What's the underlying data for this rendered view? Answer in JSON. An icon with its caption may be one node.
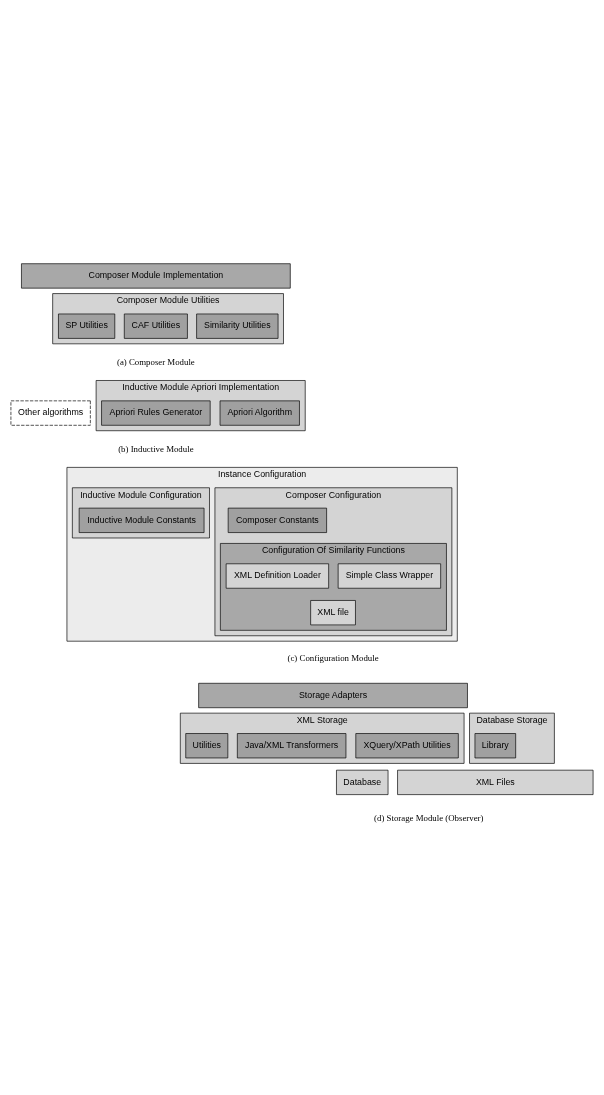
{
  "diagram": {
    "nodes": [
      {
        "text": [
          "Composer Module Implementation"
        ]
      },
      {
        "text": [
          "Composer Module Utilities"
        ]
      },
      {
        "text": [
          "Similarity Utilities"
        ],
        "in": 1
      },
      {
        "text": [
          "CAF Utilities"
        ],
        "in": 1
      },
      {
        "text": [
          "SP Utilities"
        ],
        "in": 1
      },
      {
        "text": [
          "Other algorithms"
        ]
      },
      {
        "text": [
          "Inductive Module Apriori Implementation"
        ]
      },
      {
        "text": [
          "Apriori Algorithm"
        ],
        "in": 6
      },
      {
        "text": [
          "Apriori Rules Generator"
        ],
        "in": 6
      },
      {
        "text": [
          "Instance Configuration"
        ]
      },
      {
        "text": [
          "Composer Configuration"
        ],
        "in": 9
      },
      {
        "text": [
          "Composer Constants"
        ],
        "in": 10
      },
      {
        "text": [
          "Configuration Of Similarity Functions"
        ],
        "in": 10
      },
      {
        "text": [
          "XML Definition Loader"
        ],
        "in": 12
      },
      {
        "text": [
          "XML file"
        ],
        "in": 12
      },
      {
        "text": [
          "Simple Class Wrapper"
        ],
        "in": 12
      },
      {
        "text": [
          "Inductive Module Configuration"
        ],
        "in": 9
      },
      {
        "text": [
          "Inductive Module Constants"
        ],
        "in": 16
      },
      {
        "text": [
          "Storage Adapters"
        ]
      },
      {
        "text": [
          "Database Storage"
        ]
      },
      {
        "text": [
          "Library"
        ],
        "in": 19
      },
      {
        "text": [
          "XML Storage"
        ]
      },
      {
        "text": [
          "XQuery/XPath Utilities"
        ],
        "in": 21
      },
      {
        "text": [
          "Java/XML Transformers"
        ],
        "in": 21
      },
      {
        "text": [
          "Utilities"
        ],
        "in": 21
      },
      {
        "text": [
          "Database"
        ]
      },
      {
        "text": [
          "XML Files"
        ]
      }
    ],
    "labels": [
      "(a) Composer Module",
      "(b) Inductive Module",
      "(c) Configuration Module",
      "(d) Storage Module (Observer)"
    ]
  }
}
